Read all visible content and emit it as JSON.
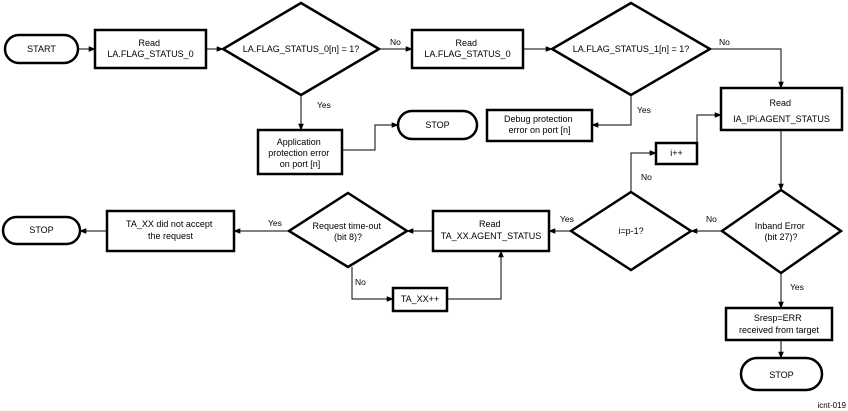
{
  "nodes": {
    "start": "START",
    "read_flag_0": [
      "Read",
      "LA.FLAG_STATUS_0"
    ],
    "dec_flag_0": "LA.FLAG_STATUS_0[n] = 1?",
    "read_flag_0b": [
      "Read",
      "LA.FLAG_STATUS_0"
    ],
    "dec_flag_1": "LA.FLAG_STATUS_1[n] = 1?",
    "app_prot_err": [
      "Application",
      "protection error",
      "on port [n]"
    ],
    "stop_1": "STOP",
    "dbg_prot_err": [
      "Debug protection",
      "error on port [n]"
    ],
    "read_agent": [
      "Read",
      "IA_IPi.AGENT_STATUS"
    ],
    "inc_i": "i++",
    "dec_inband": [
      "Inband Error",
      "(bit 27)?"
    ],
    "dec_last": "i=p-1?",
    "read_ta_agent": [
      "Read",
      "TA_XX.AGENT_STATUS"
    ],
    "dec_timeout": [
      "Request time-out",
      "(bit 8)?"
    ],
    "ta_not_accept": [
      "TA_XX did not accept",
      "the request"
    ],
    "stop_2": "STOP",
    "inc_ta": "TA_XX++",
    "sresp_err": [
      "Sresp=ERR",
      "received from target"
    ],
    "stop_3": "STOP"
  },
  "edge_labels": {
    "flag0_no": "No",
    "flag0_yes": "Yes",
    "flag1_no": "No",
    "flag1_yes": "Yes",
    "last_no": "No",
    "inband_no": "No",
    "last_yes": "Yes",
    "timeout_yes": "Yes",
    "timeout_no": "No",
    "inband_yes": "Yes"
  },
  "figure_id": "icnt-019"
}
